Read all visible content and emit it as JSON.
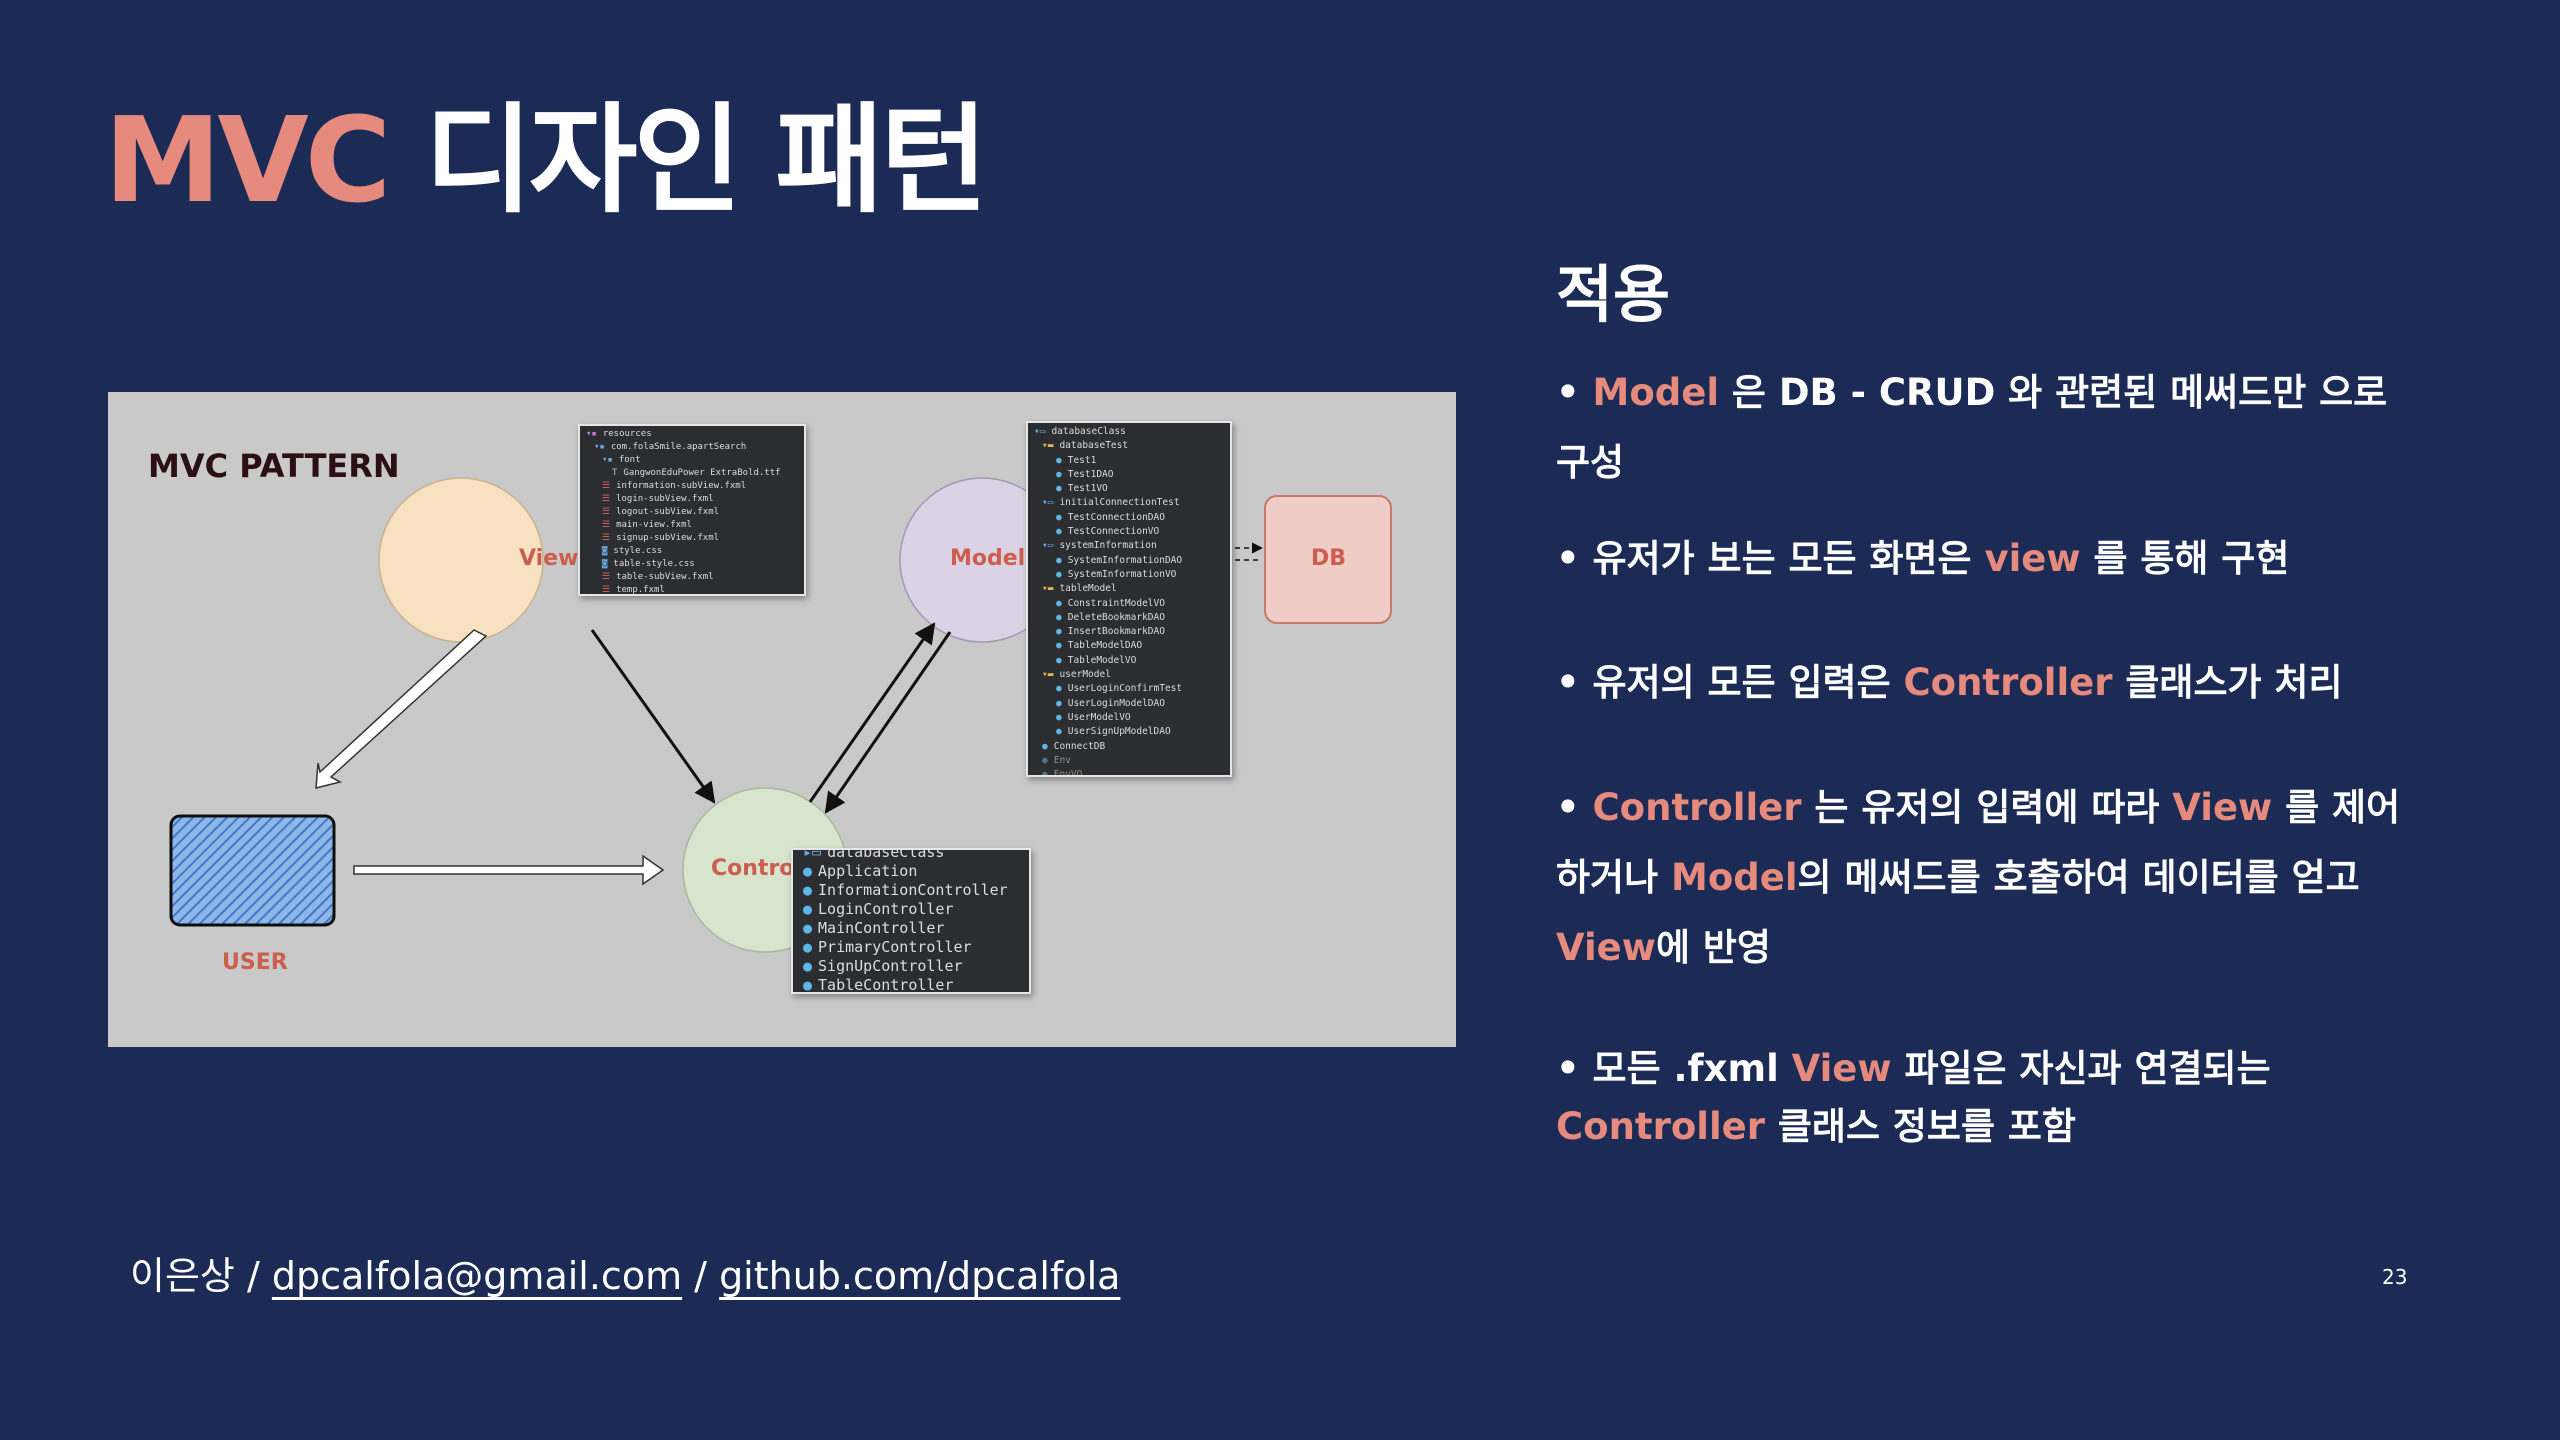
{
  "slide": {
    "title_accent": "MVC",
    "title_rest": " 디자인 패턴",
    "page_number": "23",
    "colors": {
      "background": "#1b2b56",
      "accent": "#e58a7c",
      "text": "#ffffff"
    }
  },
  "diagram": {
    "heading": "MVC PATTERN",
    "nodes": {
      "view": "View",
      "model": "Model",
      "db": "DB",
      "controller": "Controller",
      "user": "USER"
    },
    "resources_tree": [
      "resources",
      "com.folaSmile.apartSearch",
      "font",
      "GangwonEduPower ExtraBold.ttf",
      "information-subView.fxml",
      "login-subView.fxml",
      "logout-subView.fxml",
      "main-view.fxml",
      "signup-subView.fxml",
      "style.css",
      "table-style.css",
      "table-subView.fxml",
      "temp.fxml"
    ],
    "model_tree": [
      "databaseClass",
      "databaseTest",
      "Test1",
      "Test1DAO",
      "Test1VO",
      "initialConnectionTest",
      "TestConnectionDAO",
      "TestConnectionVO",
      "systemInformation",
      "SystemInformationDAO",
      "SystemInformationVO",
      "tableModel",
      "ConstraintModelVO",
      "DeleteBookmarkDAO",
      "InsertBookmarkDAO",
      "TableModelDAO",
      "TableModelVO",
      "userModel",
      "UserLoginConfirmTest",
      "UserLoginModelDAO",
      "UserModelVO",
      "UserSignUpModelDAO",
      "ConnectDB",
      "Env",
      "EnvVO"
    ],
    "controller_tree": [
      "databaseClass",
      "Application",
      "InformationController",
      "LoginController",
      "MainController",
      "PrimaryController",
      "SignUpController",
      "TableController"
    ]
  },
  "content": {
    "heading": "적용",
    "bullets": [
      {
        "segments": [
          {
            "t": "• ",
            "hl": false
          },
          {
            "t": "Model",
            "hl": true
          },
          {
            "t": " 은 DB - CRUD 와 관련된 메써드만 으로 구성",
            "hl": false
          }
        ]
      },
      {
        "segments": [
          {
            "t": "• 유저가 보는 모든 화면은 ",
            "hl": false
          },
          {
            "t": "view",
            "hl": true
          },
          {
            "t": " 를 통해 구현",
            "hl": false
          }
        ]
      },
      {
        "segments": [
          {
            "t": "• 유저의 모든 입력은 ",
            "hl": false
          },
          {
            "t": "Controller",
            "hl": true
          },
          {
            "t": " 클래스가 처리",
            "hl": false
          }
        ]
      },
      {
        "segments": [
          {
            "t": "• ",
            "hl": false
          },
          {
            "t": "Controller",
            "hl": true
          },
          {
            "t": " 는 유저의 입력에 따라 ",
            "hl": false
          },
          {
            "t": "View",
            "hl": true
          },
          {
            "t": " 를 제어하거나 ",
            "hl": false
          },
          {
            "t": "Model",
            "hl": true
          },
          {
            "t": "의 메써드를 호출하여 데이터를 얻고 ",
            "hl": false
          },
          {
            "t": "View",
            "hl": true
          },
          {
            "t": "에 반영",
            "hl": false
          }
        ]
      },
      {
        "segments": [
          {
            "t": "• 모든 .fxml ",
            "hl": false
          },
          {
            "t": "View",
            "hl": true
          },
          {
            "t": " 파일은 자신과 연결되는 ",
            "hl": false
          },
          {
            "t": "Controller",
            "hl": true
          },
          {
            "t": " 클래스 정보를 포함",
            "hl": false
          }
        ]
      }
    ]
  },
  "footer": {
    "name": "이은상",
    "separator": " / ",
    "email": "dpcalfola@gmail.com",
    "github": "github.com/dpcalfola"
  }
}
